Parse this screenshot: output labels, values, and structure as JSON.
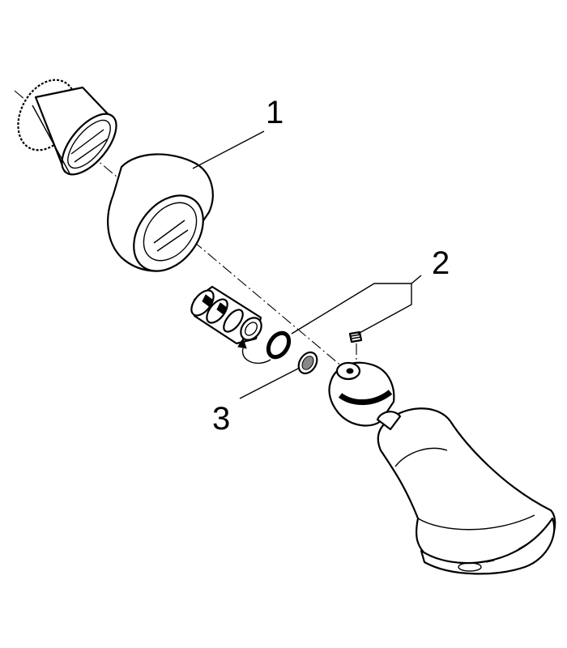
{
  "callouts": [
    {
      "id": "1",
      "label": "1"
    },
    {
      "id": "2",
      "label": "2"
    },
    {
      "id": "3",
      "label": "3"
    }
  ],
  "parts": [
    {
      "ref": "1",
      "icon": "escutcheon-sleeve-icon"
    },
    {
      "ref": "1",
      "icon": "escutcheon-cover-icon"
    },
    {
      "ref": "2",
      "icon": "o-ring-icon"
    },
    {
      "ref": "2",
      "icon": "set-screw-icon"
    },
    {
      "ref": "3",
      "icon": "screen-filter-icon"
    },
    {
      "icon": "ball-joint-connector-icon"
    },
    {
      "icon": "shower-head-icon"
    }
  ]
}
